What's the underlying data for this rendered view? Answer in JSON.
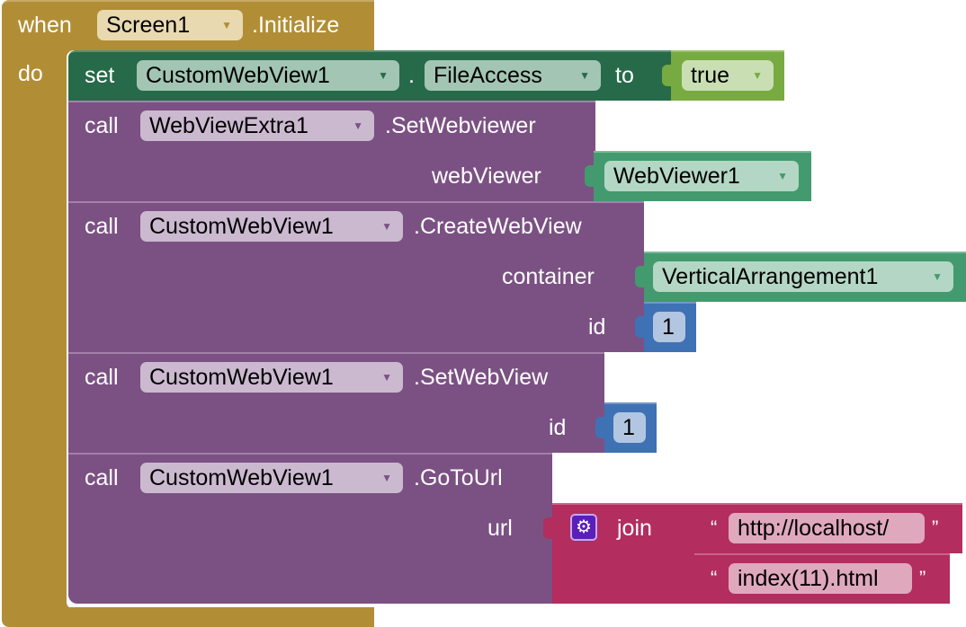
{
  "event": {
    "when_label": "when",
    "component": "Screen1",
    "event_name": ".Initialize",
    "do_label": "do"
  },
  "set_block": {
    "set_label": "set",
    "component": "CustomWebView1",
    "dot": ".",
    "property": "FileAccess",
    "to_label": "to",
    "value": "true"
  },
  "calls": [
    {
      "call_label": "call",
      "component": "WebViewExtra1",
      "method": ".SetWebviewer",
      "args": [
        {
          "name": "webViewer",
          "value": "WebViewer1"
        }
      ]
    },
    {
      "call_label": "call",
      "component": "CustomWebView1",
      "method": ".CreateWebView",
      "args": [
        {
          "name": "container",
          "value": "VerticalArrangement1"
        },
        {
          "name": "id",
          "value": "1"
        }
      ]
    },
    {
      "call_label": "call",
      "component": "CustomWebView1",
      "method": ".SetWebView",
      "args": [
        {
          "name": "id",
          "value": "1"
        }
      ]
    },
    {
      "call_label": "call",
      "component": "CustomWebView1",
      "method": ".GoToUrl",
      "args": [
        {
          "name": "url"
        }
      ]
    }
  ],
  "join": {
    "label": "join",
    "icon": "gear-icon",
    "strings": [
      "http://localhost/",
      "index(11).html"
    ],
    "open_quote": "“",
    "close_quote": "”"
  },
  "dropdown_arrow": "▼",
  "colors": {
    "event": "#b18e35",
    "setter": "#266a49",
    "procedure": "#7b5183",
    "component": "#439a6e",
    "logic": "#77ab41",
    "math": "#3f71b5",
    "text": "#b32d5e"
  }
}
